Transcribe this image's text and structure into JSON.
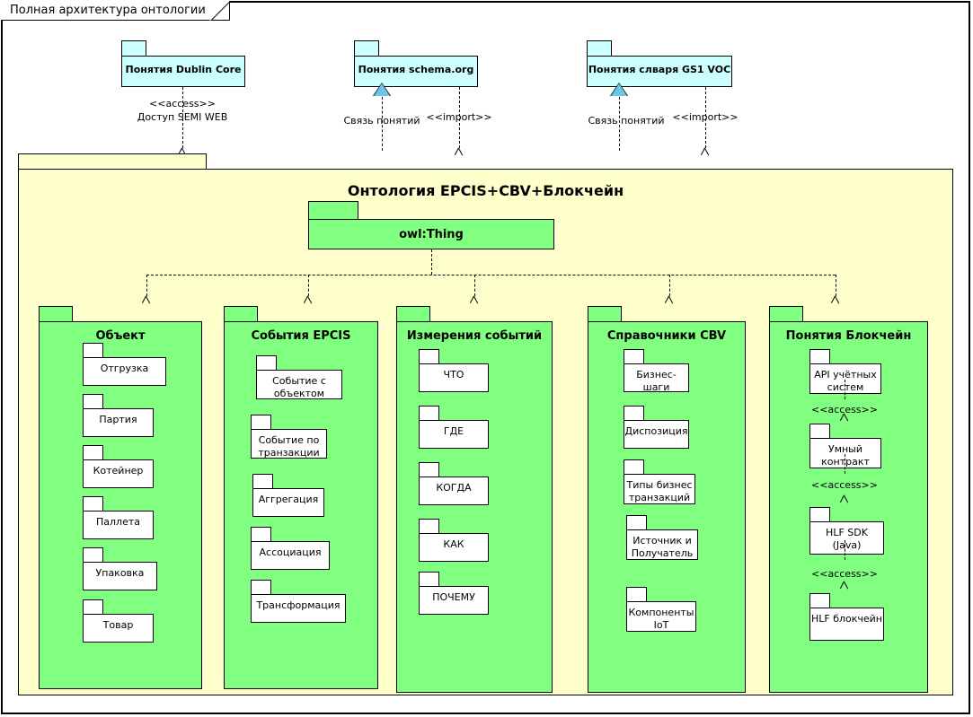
{
  "diagram": {
    "frame_title": "Полная архитектура онтологии",
    "colors": {
      "external_package": "#ccffff",
      "ontology_package": "#ffffcc",
      "category_package": "#80ff80",
      "leaf_package": "#ffffff",
      "generalization_arrow": "#6cc6e8"
    }
  },
  "external_packages": [
    {
      "name": "Понятия Dublin Core"
    },
    {
      "name": "Понятия schema.org"
    },
    {
      "name": "Понятия слваря GS1 VOC"
    }
  ],
  "external_relations": [
    {
      "stereotype": "<<access>>",
      "label": "Доступ SEMI WEB"
    },
    {
      "label": "Связь понятий"
    },
    {
      "stereotype": "<<import>>"
    },
    {
      "label": "Связь понятий"
    },
    {
      "stereotype": "<<import>>"
    }
  ],
  "ontology": {
    "title": "Онтология EPCIS+CBV+Блокчейн",
    "root": {
      "name": "owl:Thing"
    },
    "categories": [
      {
        "name": "Объект",
        "items": [
          {
            "name": "Отгрузка"
          },
          {
            "name": "Партия"
          },
          {
            "name": "Котейнер"
          },
          {
            "name": "Паллета"
          },
          {
            "name": "Упаковка"
          },
          {
            "name": "Товар"
          }
        ]
      },
      {
        "name": "События EPCIS",
        "items": [
          {
            "name": "Событие с объектом"
          },
          {
            "name": "Событие по транзакции"
          },
          {
            "name": "Аггрегация"
          },
          {
            "name": "Ассоциация"
          },
          {
            "name": "Трансформация"
          }
        ]
      },
      {
        "name": "Измерения событий",
        "items": [
          {
            "name": "ЧТО"
          },
          {
            "name": "ГДЕ"
          },
          {
            "name": "КОГДА"
          },
          {
            "name": "КАК"
          },
          {
            "name": "ПОЧЕМУ"
          }
        ]
      },
      {
        "name": "Справочники CBV",
        "items": [
          {
            "name": "Бизнес-шаги"
          },
          {
            "name": "Диспозиция"
          },
          {
            "name": "Типы бизнес транзакций"
          },
          {
            "name": "Источник и Получатель"
          },
          {
            "name": "Компоненты IoT"
          }
        ]
      },
      {
        "name": "Понятия Блокчейн",
        "items": [
          {
            "name": "API учётных систем"
          },
          {
            "name": "Умный контракт"
          },
          {
            "name": "HLF SDK (Java)"
          },
          {
            "name": "HLF блокчейн"
          }
        ],
        "internal_relations": [
          {
            "stereotype": "<<access>>"
          },
          {
            "stereotype": "<<access>>"
          },
          {
            "stereotype": "<<access>>"
          }
        ]
      }
    ]
  }
}
